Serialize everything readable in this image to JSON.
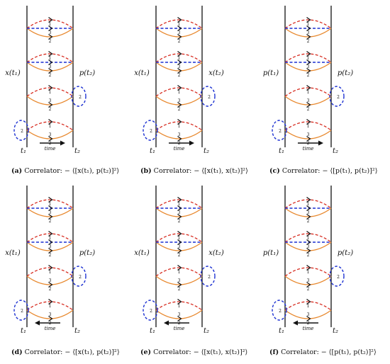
{
  "colors": {
    "rail": "#111111",
    "orange": "#e8892f",
    "red": "#d62a1e",
    "blue": "#1b2fd1",
    "arrow": "#111111"
  },
  "panels": [
    {
      "id": "a",
      "letter": "(a)",
      "caption": "Correlator: − ⟨[x(t₁), p(t₂)]²⟩",
      "left_label": "x(t₁)",
      "right_label": "p(t₂)",
      "t1": "t₁",
      "t2": "t₂",
      "time": "time",
      "arrow_dir": "right",
      "loop_right": "2",
      "loop_left": "2"
    },
    {
      "id": "b",
      "letter": "(b)",
      "caption": "Correlator: − ⟨[x(t₁), x(t₂)]²⟩",
      "left_label": "x(t₁)",
      "right_label": "x(t₂)",
      "t1": "t₁",
      "t2": "t₂",
      "time": "time",
      "arrow_dir": "right",
      "loop_right": "2",
      "loop_left": "2"
    },
    {
      "id": "c",
      "letter": "(c)",
      "caption": "Correlator: − ⟨[p(t₁), p(t₂)]²⟩",
      "left_label": "p(t₁)",
      "right_label": "p(t₂)",
      "t1": "t₁",
      "t2": "t₂",
      "time": "time",
      "arrow_dir": "right",
      "loop_right": "2",
      "loop_left": "2"
    },
    {
      "id": "d",
      "letter": "(d)",
      "caption": "Correlator: − ⟨[x(t₁), p(t₂)]²⟩",
      "left_label": "x(t₁)",
      "right_label": "p(t₂)",
      "t1": "t₁",
      "t2": "t₂",
      "time": "time",
      "arrow_dir": "left",
      "loop_right": "2",
      "loop_left": "2"
    },
    {
      "id": "e",
      "letter": "(e)",
      "caption": "Correlator: − ⟨[x(t₁), x(t₂)]²⟩",
      "left_label": "x(t₁)",
      "right_label": "x(t₂)",
      "t1": "t₁",
      "t2": "t₂",
      "time": "time",
      "arrow_dir": "left",
      "loop_right": "2",
      "loop_left": "2"
    },
    {
      "id": "f",
      "letter": "(f)",
      "caption": "Correlator: − ⟨[p(t₁), p(t₂)]²⟩",
      "left_label": "p(t₁)",
      "right_label": "p(t₂)",
      "t1": "t₁",
      "t2": "t₂",
      "time": "time",
      "arrow_dir": "left",
      "loop_right": "2",
      "loop_left": "2"
    }
  ],
  "cell_labels": {
    "top": "1",
    "mid": "3",
    "bot": "2"
  }
}
